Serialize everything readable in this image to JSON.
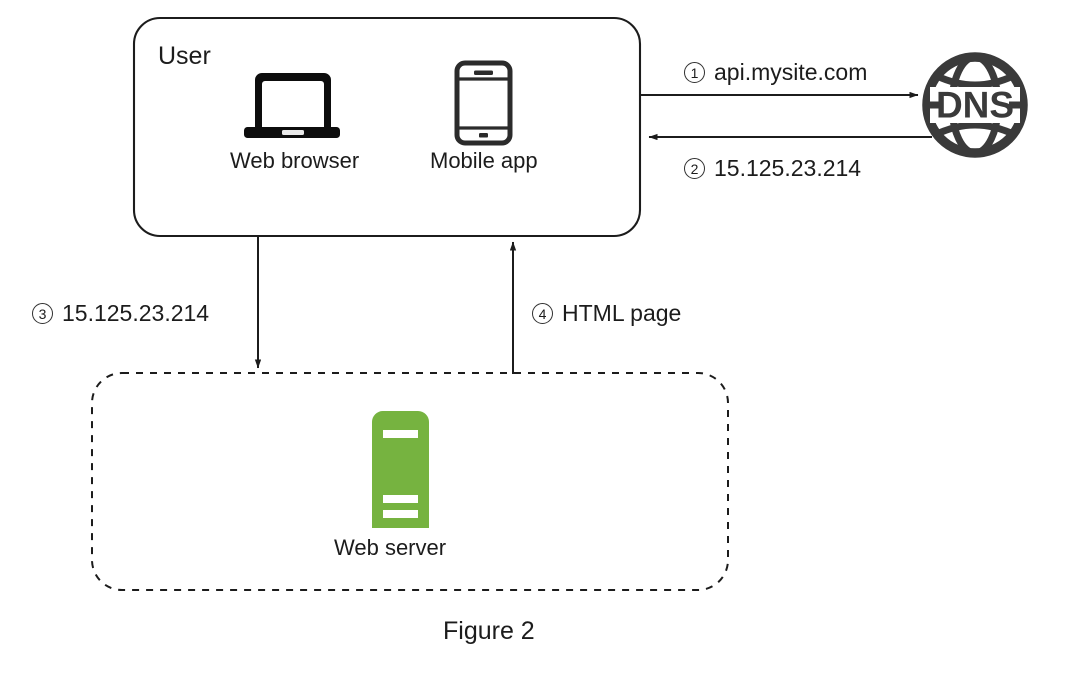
{
  "figure": {
    "caption": "Figure 2"
  },
  "user_box": {
    "title": "User",
    "devices": [
      {
        "icon": "laptop-icon",
        "label": "Web browser"
      },
      {
        "icon": "mobile-phone-icon",
        "label": "Mobile app"
      }
    ]
  },
  "dns_node": {
    "icon": "globe-icon",
    "label": "DNS",
    "color": "#3a3a3a"
  },
  "server_box": {
    "icon": "server-icon",
    "label": "Web server",
    "color": "#76b340",
    "border_style": "dashed"
  },
  "steps": [
    {
      "number": "1",
      "label": "api.mysite.com",
      "direction": "right",
      "from": "user",
      "to": "dns"
    },
    {
      "number": "2",
      "label": "15.125.23.214",
      "direction": "left",
      "from": "dns",
      "to": "user"
    },
    {
      "number": "3",
      "label": "15.125.23.214",
      "direction": "down",
      "from": "user",
      "to": "web-server"
    },
    {
      "number": "4",
      "label": "HTML page",
      "direction": "up",
      "from": "web-server",
      "to": "user"
    }
  ],
  "colors": {
    "stroke": "#1c1c1c",
    "dns_gray": "#3a3a3a",
    "server_green": "#76b340",
    "background": "#ffffff"
  }
}
